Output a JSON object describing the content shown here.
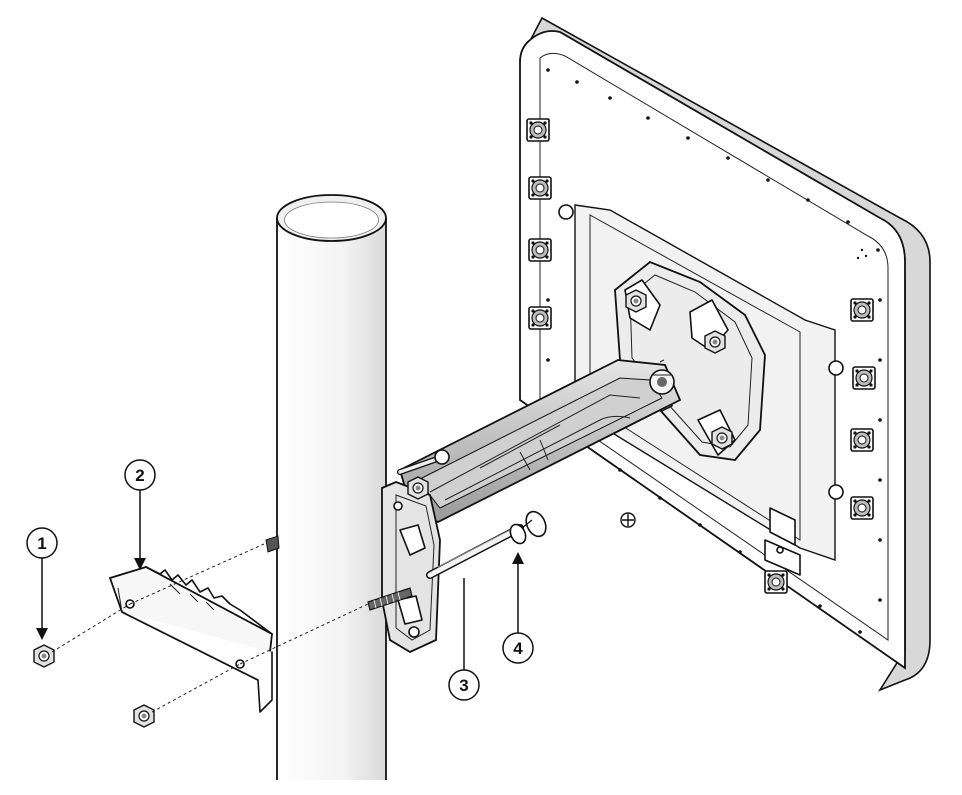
{
  "callouts": [
    {
      "id": "1",
      "label": "1"
    },
    {
      "id": "2",
      "label": "2"
    },
    {
      "id": "3",
      "label": "3"
    },
    {
      "id": "4",
      "label": "4"
    }
  ],
  "colors": {
    "line": "#111111",
    "shade": "#cccccc",
    "paper": "#ffffff"
  }
}
